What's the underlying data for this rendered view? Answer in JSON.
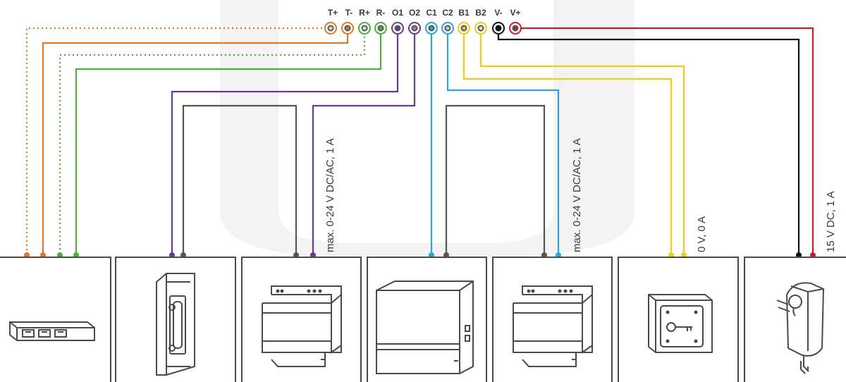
{
  "terminals": [
    {
      "id": "t-plus",
      "label": "T+",
      "color": "#d9782e",
      "fill": "#f2d3b8"
    },
    {
      "id": "t-minus",
      "label": "T-",
      "color": "#d9782e",
      "fill": "#d9782e"
    },
    {
      "id": "r-plus",
      "label": "R+",
      "color": "#4caf3a",
      "fill": "#c9e8c2"
    },
    {
      "id": "r-minus",
      "label": "R-",
      "color": "#4caf3a",
      "fill": "#4caf3a"
    },
    {
      "id": "o1",
      "label": "O1",
      "color": "#6a3a8c",
      "fill": "#6a3a8c"
    },
    {
      "id": "o2",
      "label": "O2",
      "color": "#6a3a8c",
      "fill": "#9b7fb5"
    },
    {
      "id": "c1",
      "label": "C1",
      "color": "#2ba3dc",
      "fill": "#2ba3dc"
    },
    {
      "id": "c2",
      "label": "C2",
      "color": "#2ba3dc",
      "fill": "#9fd3ee"
    },
    {
      "id": "b1",
      "label": "B1",
      "color": "#f0cc1a",
      "fill": "#f0cc1a"
    },
    {
      "id": "b2",
      "label": "B2",
      "color": "#f0cc1a",
      "fill": "#f7e48a"
    },
    {
      "id": "v-minus",
      "label": "V-",
      "color": "#111111",
      "fill": "#111111"
    },
    {
      "id": "v-plus",
      "label": "V+",
      "color": "#c0202a",
      "fill": "#c0202a"
    }
  ],
  "annotations": {
    "relay1_rating": "max. 0-24 V DC/AC, 1 A",
    "relay2_rating": "max. 0-24 V DC/AC, 1 A",
    "button_rating": "0 V, 0 A",
    "power_rating": "15 V DC, 1 A"
  },
  "devices": [
    {
      "id": "network-switch",
      "icon": "network-switch-icon"
    },
    {
      "id": "door-strike",
      "icon": "door-strike-icon"
    },
    {
      "id": "din-relay-1",
      "icon": "din-rail-module-icon"
    },
    {
      "id": "din-controller",
      "icon": "din-rail-controller-icon"
    },
    {
      "id": "din-relay-2",
      "icon": "din-rail-module-icon"
    },
    {
      "id": "exit-button",
      "icon": "key-switch-icon"
    },
    {
      "id": "power-adapter",
      "icon": "power-plug-icon"
    }
  ],
  "colors": {
    "orange": "#d9782e",
    "green": "#4caf3a",
    "purple": "#6a3a8c",
    "blue": "#2ba3dc",
    "yellow": "#f0cc1a",
    "black": "#111111",
    "red": "#c0202a",
    "gray_wire": "#555555",
    "outline": "#4a4a4a",
    "watermark": "#f2f2f2"
  }
}
